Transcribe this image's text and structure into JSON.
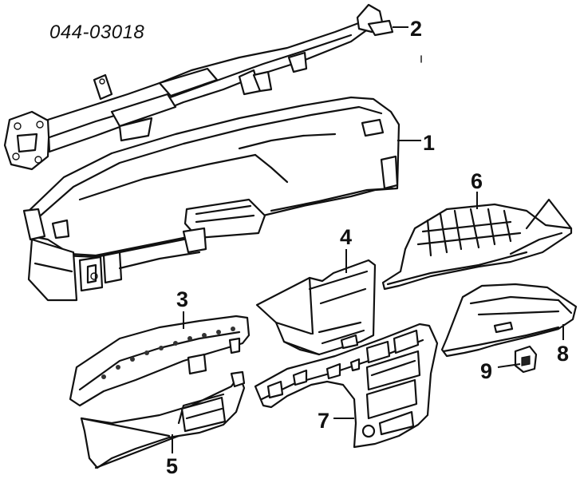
{
  "part_code": "044-03018",
  "callouts": [
    {
      "id": "1",
      "label": "1"
    },
    {
      "id": "2",
      "label": "2"
    },
    {
      "id": "3",
      "label": "3"
    },
    {
      "id": "4",
      "label": "4"
    },
    {
      "id": "5",
      "label": "5"
    },
    {
      "id": "6",
      "label": "6"
    },
    {
      "id": "7",
      "label": "7"
    },
    {
      "id": "8",
      "label": "8"
    },
    {
      "id": "9",
      "label": "9"
    }
  ]
}
